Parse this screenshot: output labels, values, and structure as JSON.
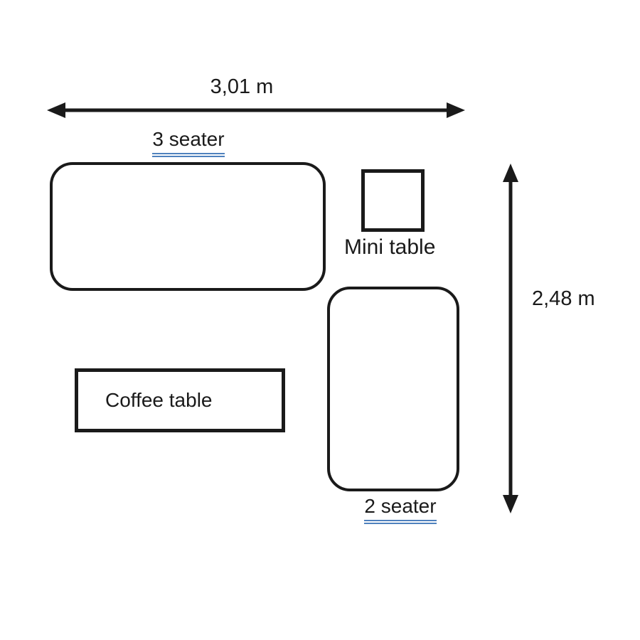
{
  "colors": {
    "stroke": "#1a1a1a",
    "underline": "#4f81bd",
    "background": "#ffffff",
    "text": "#1a1a1a"
  },
  "dimensions": {
    "width_label": "3,01 m",
    "height_label": "2,48 m"
  },
  "furniture": {
    "three_seater": {
      "label": "3 seater",
      "shape": "rounded-rect"
    },
    "mini_table": {
      "label": "Mini table",
      "shape": "square"
    },
    "two_seater": {
      "label": "2 seater",
      "shape": "rounded-rect"
    },
    "coffee_table": {
      "label": "Coffee table",
      "shape": "rect"
    }
  }
}
